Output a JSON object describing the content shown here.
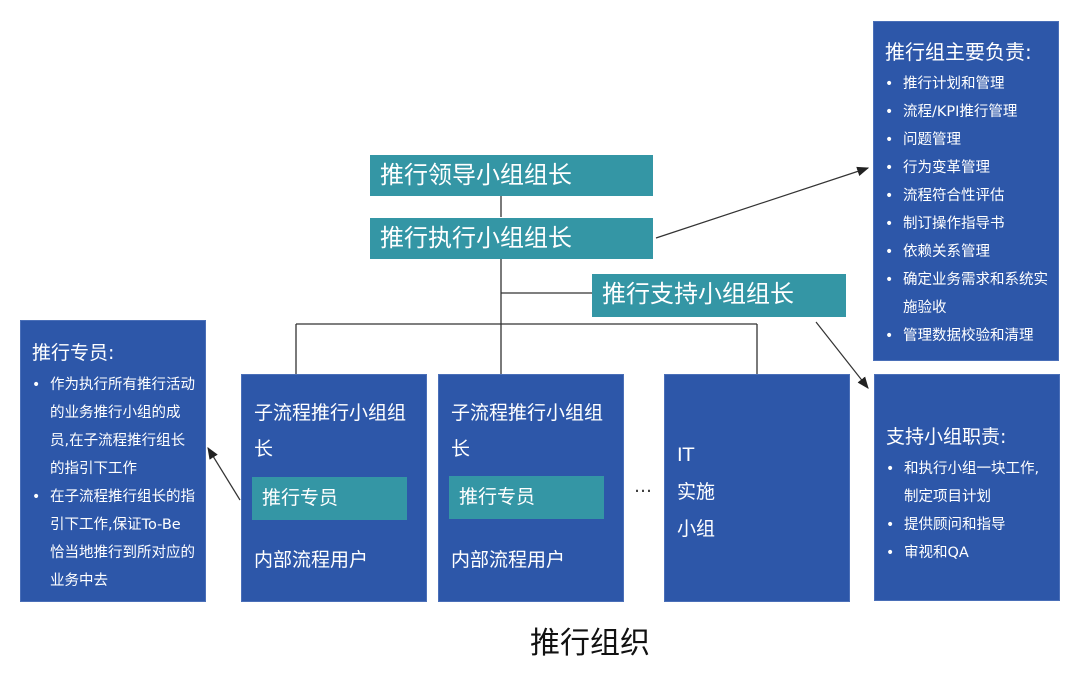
{
  "title": "推行组织",
  "leadership": {
    "leader": "推行领导小组组长",
    "execution_leader": "推行执行小组组长",
    "support_leader": "推行支持小组组长"
  },
  "responsibilities_panel": {
    "title": "推行组主要负责:",
    "items": [
      "推行计划和管理",
      "流程/KPI推行管理",
      "问题管理",
      "行为变革管理",
      "流程符合性评估",
      "制订操作指导书",
      "依赖关系管理",
      "确定业务需求和系统实施验收",
      "管理数据校验和清理"
    ]
  },
  "support_panel": {
    "title": "支持小组职责:",
    "items": [
      "和执行小组一块工作,制定项目计划",
      "提供顾问和指导",
      "审视和QA"
    ]
  },
  "specialist_panel": {
    "title": "推行专员:",
    "items": [
      "作为执行所有推行活动的业务推行小组的成员,在子流程推行组长的指引下工作",
      "在子流程推行组长的指引下工作,保证To-Be恰当地推行到所对应的业务中去"
    ]
  },
  "subgroups": [
    {
      "title": "子流程推行小组组长",
      "member": "推行专员",
      "users": "内部流程用户"
    },
    {
      "title": "子流程推行小组组长",
      "member": "推行专员",
      "users": "内部流程用户"
    }
  ],
  "ellipsis": "…",
  "it_group": {
    "lines": [
      "IT",
      "实施",
      "小组"
    ]
  },
  "colors": {
    "teal": "#3496a5",
    "blue": "#2d57a9",
    "line": "#333333"
  }
}
